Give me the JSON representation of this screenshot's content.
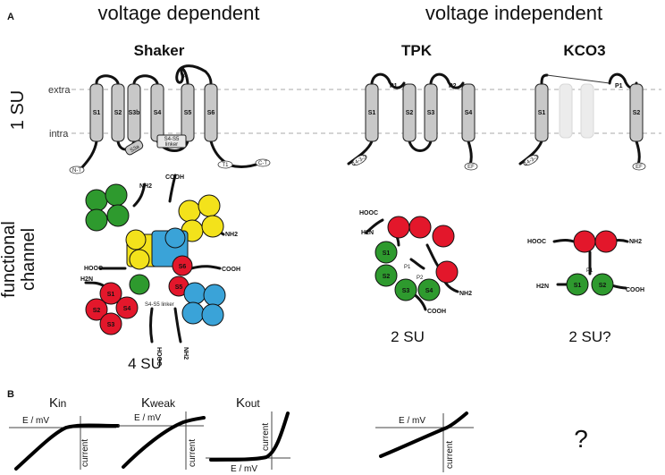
{
  "panel_a": {
    "letter": "A",
    "header_left": "voltage dependent",
    "header_right": "voltage independent",
    "row_1su": "1 SU",
    "row_functional_1": "functional",
    "row_functional_2": "channel",
    "membrane_extra": "extra",
    "membrane_intra": "intra",
    "shaker": {
      "title": "Shaker",
      "segments": [
        "S1",
        "S2",
        "S3b",
        "S4",
        "S5",
        "S6"
      ],
      "linker_1": "S4-S5",
      "linker_2": "linker",
      "s3a": "S3a",
      "pore": "P",
      "tags": [
        "N-T",
        "T1",
        "C-T"
      ],
      "channel_terms": [
        "NH2",
        "COOH",
        "NH2",
        "HOOC",
        "COOH",
        "H2N",
        "HOOC",
        "NH2"
      ],
      "channel_segments": [
        "S1",
        "S2",
        "S3",
        "S4",
        "S5",
        "S6"
      ],
      "channel_linker": "S4-S5 linker",
      "stoichiometry": "4 SU",
      "colors": [
        "#2e9a2e",
        "#f3e21b",
        "#3aa3d8",
        "#e3172b"
      ]
    },
    "tpk": {
      "title": "TPK",
      "segments": [
        "S1",
        "S2",
        "S3",
        "S4"
      ],
      "pores": [
        "P1",
        "P2"
      ],
      "tags": [
        "14-3-3",
        "EF"
      ],
      "channel_terms": [
        "HOOC",
        "H2N",
        "NH2",
        "COOH"
      ],
      "channel_segments": [
        "S1",
        "S2",
        "S3",
        "S4"
      ],
      "channel_pores": [
        "P1",
        "P2"
      ],
      "stoichiometry": "2 SU"
    },
    "kco3": {
      "title": "KCO3",
      "segments": [
        "S1",
        "S2"
      ],
      "pore": "P1",
      "tags": [
        "14-3-3",
        "EF"
      ],
      "channel_terms": [
        "HOOC",
        "NH2",
        "H2N",
        "COOH"
      ],
      "channel_segments": [
        "S1",
        "S2"
      ],
      "channel_pore": "P1",
      "stoichiometry": "2 SU?"
    }
  },
  "panel_b": {
    "letter": "B",
    "kin": {
      "title_main": "K",
      "title_sub": "in",
      "xlabel": "E / mV",
      "ylabel": "current"
    },
    "kweak": {
      "title_main": "K",
      "title_sub": "weak",
      "xlabel": "E / mV",
      "ylabel": "current"
    },
    "kout": {
      "title_main": "K",
      "title_sub": "out",
      "xlabel": "E / mV",
      "ylabel": "current"
    },
    "tpk_iv": {
      "xlabel": "E / mV",
      "ylabel": "current"
    },
    "kco3_iv": {
      "unknown": "?"
    }
  }
}
